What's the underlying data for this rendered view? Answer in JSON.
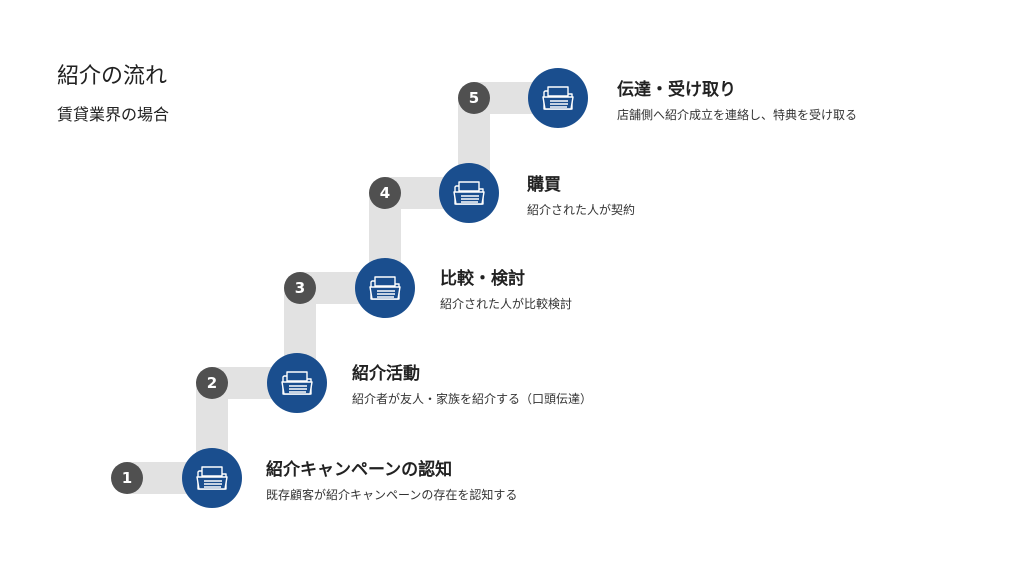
{
  "header": {
    "title": "紹介の流れ",
    "subtitle": "賃貸業界の場合"
  },
  "icons": {
    "step_icon": "folder-document-icon"
  },
  "colors": {
    "step_circle": "#1a4e8e",
    "number_badge": "#505050",
    "path": "#e2e2e2"
  },
  "steps": [
    {
      "number": "1",
      "title": "紹介キャンペーンの認知",
      "description": "既存顧客が紹介キャンペーンの存在を認知する"
    },
    {
      "number": "2",
      "title": "紹介活動",
      "description": "紹介者が友人・家族を紹介する（口頭伝達）"
    },
    {
      "number": "3",
      "title": "比較・検討",
      "description": "紹介された人が比較検討"
    },
    {
      "number": "4",
      "title": "購買",
      "description": "紹介された人が契約"
    },
    {
      "number": "5",
      "title": "伝達・受け取り",
      "description": "店舗側へ紹介成立を連絡し、特典を受け取る"
    }
  ]
}
